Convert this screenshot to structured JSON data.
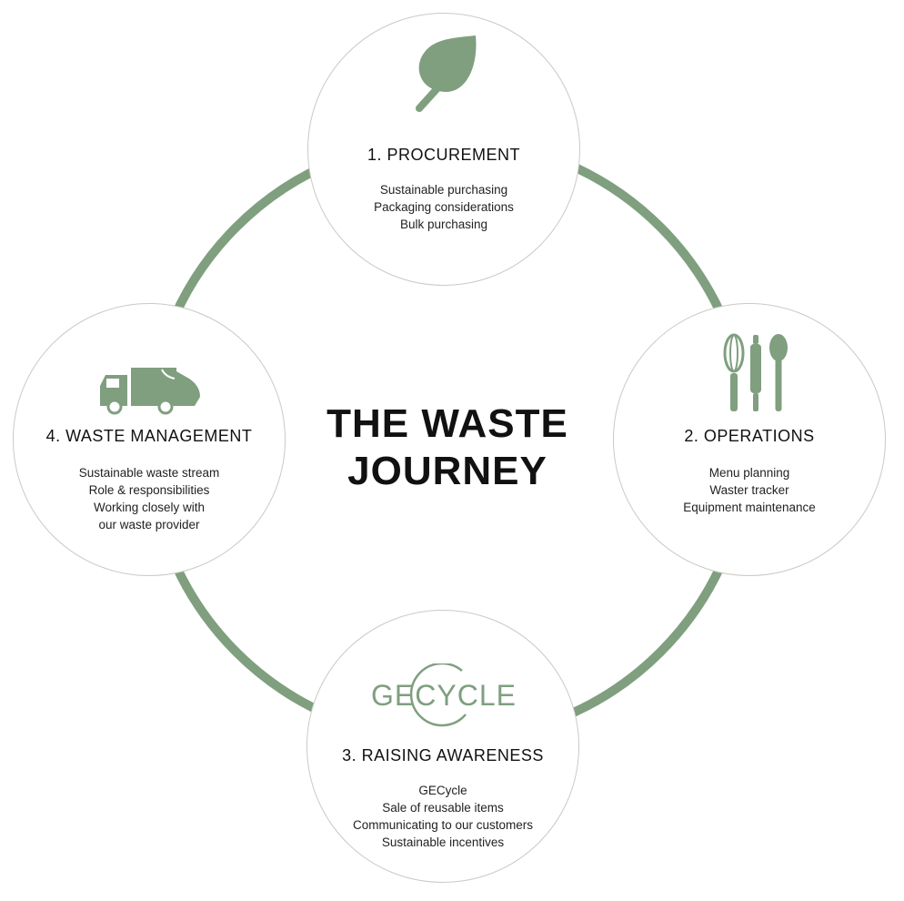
{
  "center": {
    "line1": "THE WASTE",
    "line2": "JOURNEY"
  },
  "colors": {
    "accent": "#7f9f7f",
    "circle_border": "#c9c9c4"
  },
  "stages": [
    {
      "title": "1. PROCUREMENT",
      "icon": "leaf-icon",
      "items": [
        "Sustainable purchasing",
        "Packaging considerations",
        "Bulk purchasing"
      ]
    },
    {
      "title": "2. OPERATIONS",
      "icon": "kitchen-utensils-icon",
      "items": [
        "Menu planning",
        "Waster tracker",
        "Equipment maintenance"
      ]
    },
    {
      "title": "3. RAISING AWARENESS",
      "icon": "gecycle-logo",
      "logo_text": "GECYCLE",
      "items": [
        "GECycle",
        "Sale of reusable items",
        "Communicating to our customers",
        "Sustainable incentives"
      ]
    },
    {
      "title": "4. WASTE MANAGEMENT",
      "icon": "garbage-truck-icon",
      "items": [
        "Sustainable waste stream",
        "Role & responsibilities",
        "Working closely with",
        "our waste provider"
      ]
    }
  ]
}
